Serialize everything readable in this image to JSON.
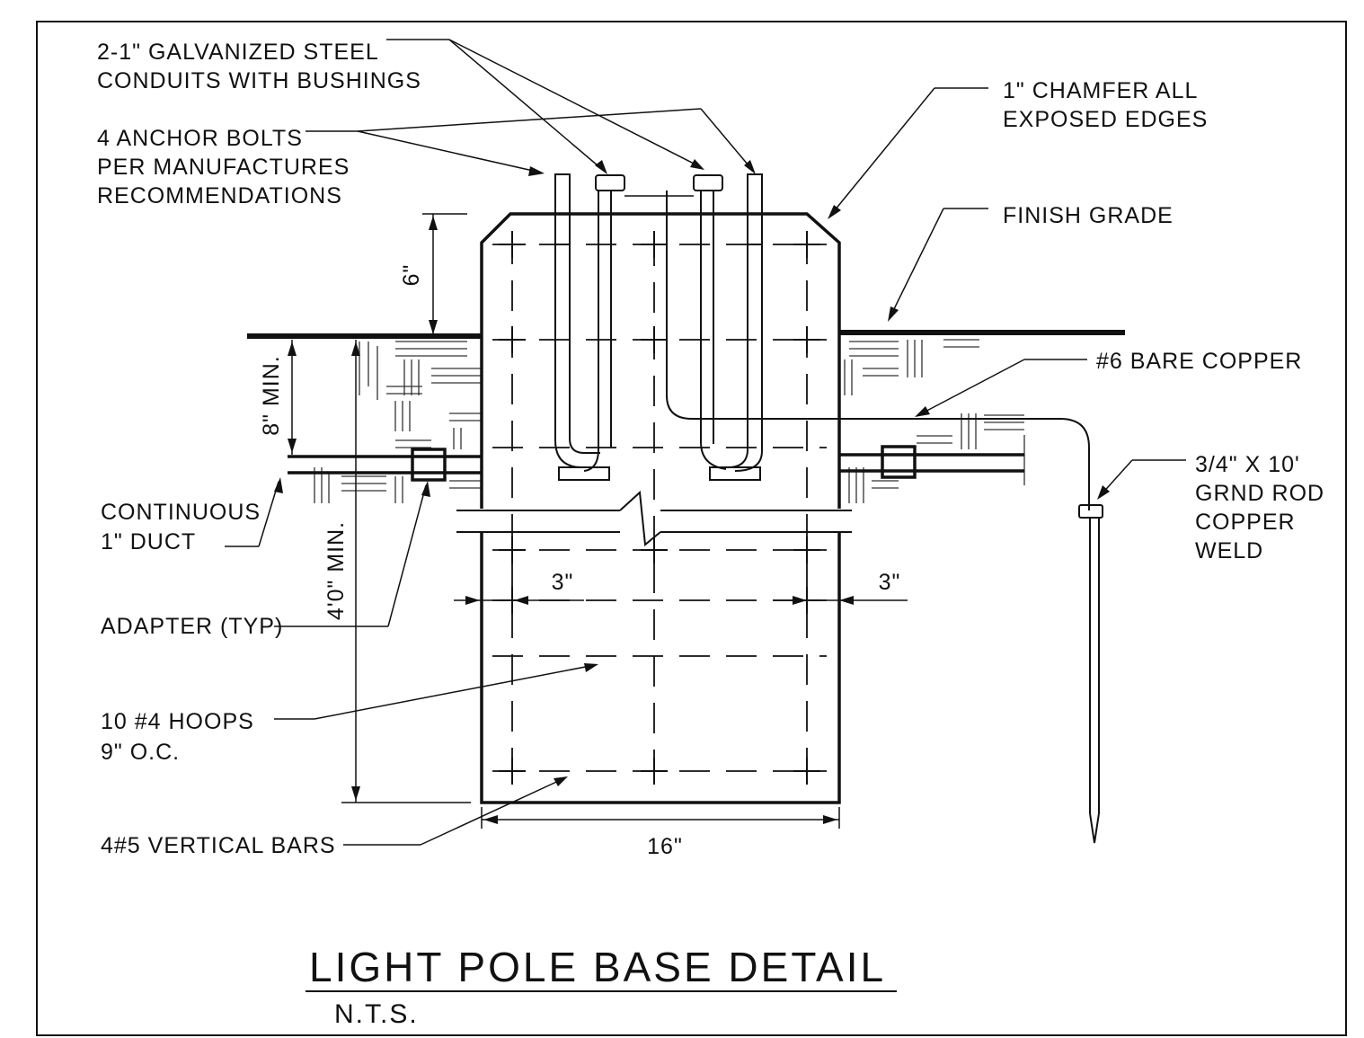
{
  "labels": {
    "conduits": [
      "2-1\" GALVANIZED STEEL",
      "CONDUITS WITH BUSHINGS"
    ],
    "anchor_bolts": [
      "4 ANCHOR BOLTS",
      "PER MANUFACTURES",
      "RECOMMENDATIONS"
    ],
    "chamfer": [
      "1\" CHAMFER ALL",
      "EXPOSED EDGES"
    ],
    "finish_grade": "FINISH GRADE",
    "bare_copper": "#6 BARE COPPER",
    "ground_rod": [
      "3/4\" X 10'",
      "GRND ROD",
      "COPPER",
      "WELD"
    ],
    "duct": [
      "CONTINUOUS",
      "1\" DUCT"
    ],
    "adapter": "ADAPTER (TYP)",
    "hoops": [
      "10 #4 HOOPS",
      "9\" O.C."
    ],
    "vertical_bars": "4#5 VERTICAL BARS"
  },
  "dimensions": {
    "top_projection": "6\"",
    "duct_depth": "8\" MIN.",
    "embed_depth": "4'0\" MIN.",
    "cover_left": "3\"",
    "cover_right": "3\"",
    "width": "16\""
  },
  "title": {
    "main": "LIGHT POLE BASE DETAIL",
    "scale": "N.T.S."
  }
}
